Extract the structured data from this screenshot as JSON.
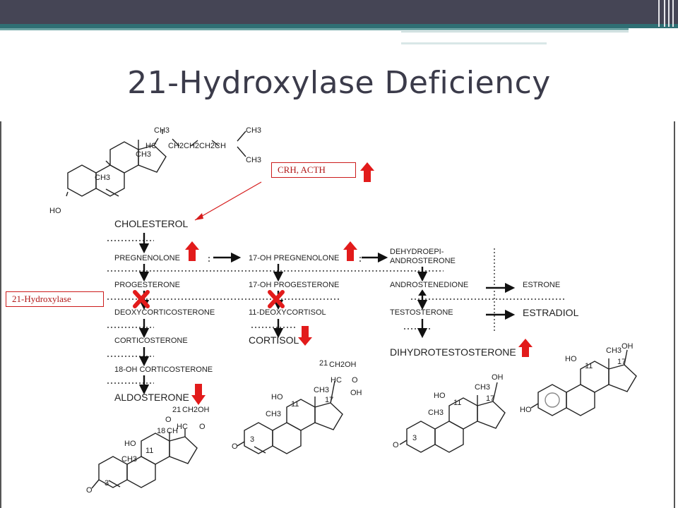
{
  "slide": {
    "title": "21-Hydroxylase Deficiency",
    "boxes": {
      "hormones": "CRH, ACTH",
      "enzyme": "21-Hydroxylase"
    },
    "colors": {
      "header": "#454555",
      "teal": "#2f6f74",
      "arrow_up_down": "#e21b1b",
      "block_x": "#e21b1b"
    }
  },
  "pathway": {
    "cholesterol_molecule": {
      "ch3_a": "CH3",
      "hc": "HC",
      "chain": "CH2CH2CH2CH",
      "ch3_b": "CH3",
      "ch3_c": "CH3",
      "ho": "HO",
      "ring_ch3_a": "CH3",
      "ring_ch3_b": "CH3"
    },
    "col1": [
      "CHOLESTEROL",
      "PREGNENOLONE",
      "PROGESTERONE",
      "DEOXYCORTICOSTERONE",
      "CORTICOSTERONE",
      "18-OH CORTICOSTERONE",
      "ALDOSTERONE"
    ],
    "col2": [
      "17-OH PREGNENOLONE",
      "17-OH PROGESTERONE",
      "11-DEOXYCORTISOL",
      "CORTISOL"
    ],
    "col3": [
      "DEHYDROEPI-",
      "ANDROSTERONE",
      "ANDROSTENEDIONE",
      "TESTOSTERONE",
      "DIHYDROTESTOSTERONE"
    ],
    "col4": [
      "ESTRONE",
      "ESTRADIOL"
    ],
    "structure_labels": {
      "aldo": {
        "n21": "21",
        "ch2oh": "CH2OH",
        "o": "O",
        "n18": "18",
        "ch": "CH",
        "hc": "HC",
        "eq_o": "O",
        "ho": "HO",
        "n11": "11",
        "ch3": "CH3",
        "o_ring": "O",
        "n3": "3"
      },
      "cortisol": {
        "n21": "21",
        "ch2oh": "CH2OH",
        "hc": "HC",
        "eq_o": "O",
        "oh": "OH",
        "ho": "HO",
        "ch3a": "CH3",
        "n11": "11",
        "n17": "17",
        "ch3b": "CH3",
        "o_ring": "O",
        "n3": "3"
      },
      "dht": {
        "oh": "OH",
        "ho": "HO",
        "ch3a": "CH3",
        "n11": "11",
        "n17": "17",
        "ch3b": "CH3",
        "o_ring": "O",
        "n3": "3"
      },
      "estradiol": {
        "oh": "OH",
        "ho": "HO",
        "ch3": "CH3",
        "n11": "11",
        "n17": "17",
        "ho_ring": "HO"
      }
    }
  }
}
